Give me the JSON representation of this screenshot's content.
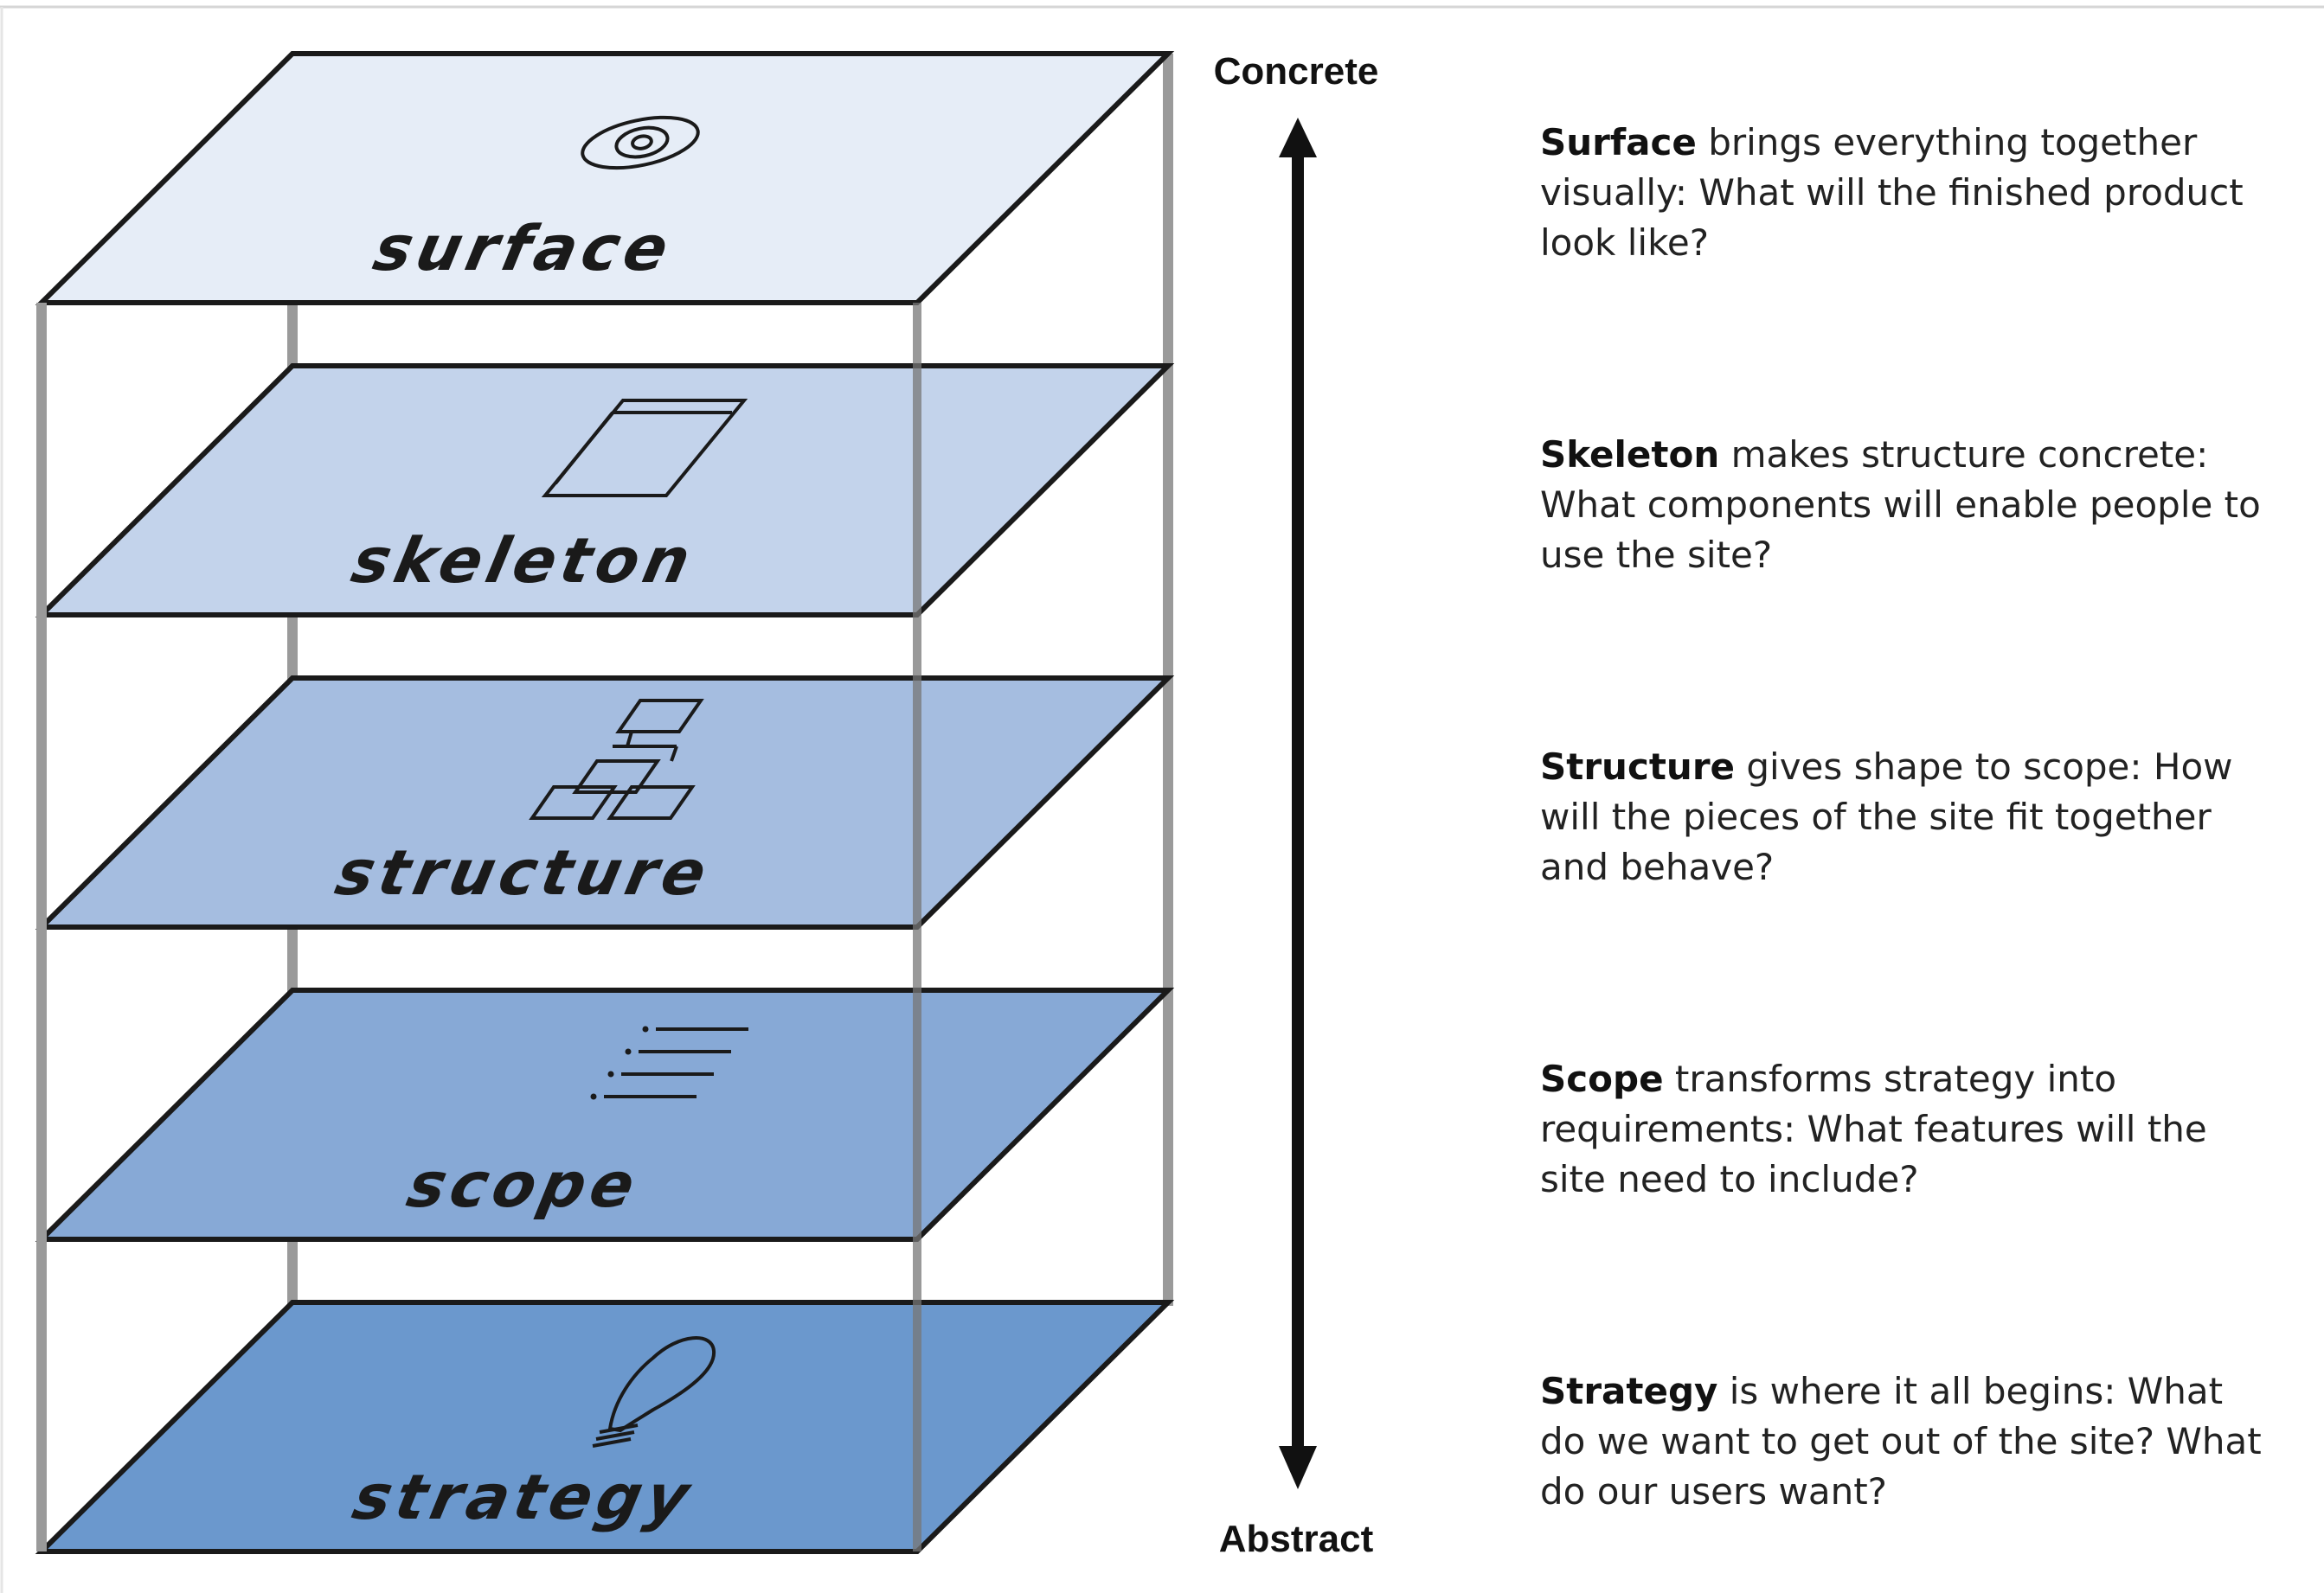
{
  "axis": {
    "top_label": "Concrete",
    "bottom_label": "Abstract"
  },
  "planes": [
    {
      "label": "surface",
      "fill": "#e6edf7",
      "icon": "eye-icon",
      "term": "Surface",
      "text": " brings everything together visually: What will the finished product look like?"
    },
    {
      "label": "skeleton",
      "fill": "#c3d3eb",
      "icon": "wireframe-icon",
      "term": "Skeleton",
      "text": " makes structure concrete: What components will enable people to use the site?"
    },
    {
      "label": "structure",
      "fill": "#a5bde0",
      "icon": "hierarchy-icon",
      "term": "Structure",
      "text": " gives shape to scope: How will the pieces of the site fit together and behave?"
    },
    {
      "label": "scope",
      "fill": "#87a9d6",
      "icon": "list-icon",
      "term": "Scope",
      "text": " transforms strategy into requirements: What features will the site need to include?"
    },
    {
      "label": "strategy",
      "fill": "#6b98cd",
      "icon": "lightbulb-icon",
      "term": "Strategy",
      "text": " is where it all begins: What do we want to get out of the site? What do our users want?"
    }
  ]
}
